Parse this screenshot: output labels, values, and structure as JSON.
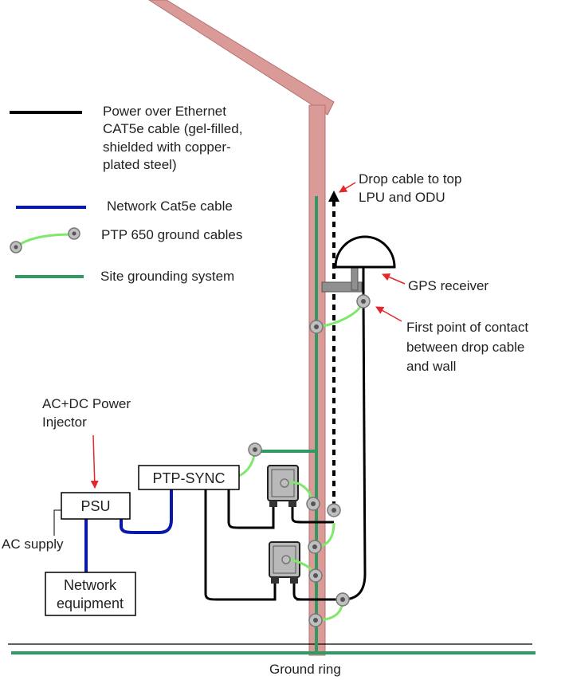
{
  "legend": {
    "poe": [
      "Power over Ethernet",
      "CAT5e cable (gel-filled,",
      "shielded with copper-",
      "plated steel)"
    ],
    "network": "Network Cat5e cable",
    "ground_cables": "PTP 650 ground cables",
    "site_grounding": "Site grounding system"
  },
  "labels": {
    "drop_cable": [
      "Drop cable to top",
      "LPU and ODU"
    ],
    "gps_receiver": "GPS receiver",
    "first_contact": [
      "First point of contact",
      "between drop cable",
      "and wall"
    ],
    "power_injector": [
      "AC+DC Power",
      "Injector"
    ],
    "ac_supply": "AC supply",
    "ground_ring": "Ground ring"
  },
  "boxes": {
    "psu": "PSU",
    "ptp_sync": "PTP-SYNC",
    "network_equipment": [
      "Network",
      "equipment"
    ]
  },
  "colors": {
    "poe_cable": "#000000",
    "network_cable": "#0a1aa8",
    "ground_cable": "#7ee86a",
    "site_grounding": "#2f9a62",
    "building": "#d99a98",
    "building_edge": "#b57370",
    "lug": "#a0a0a0",
    "arrow": "#e8262a"
  }
}
